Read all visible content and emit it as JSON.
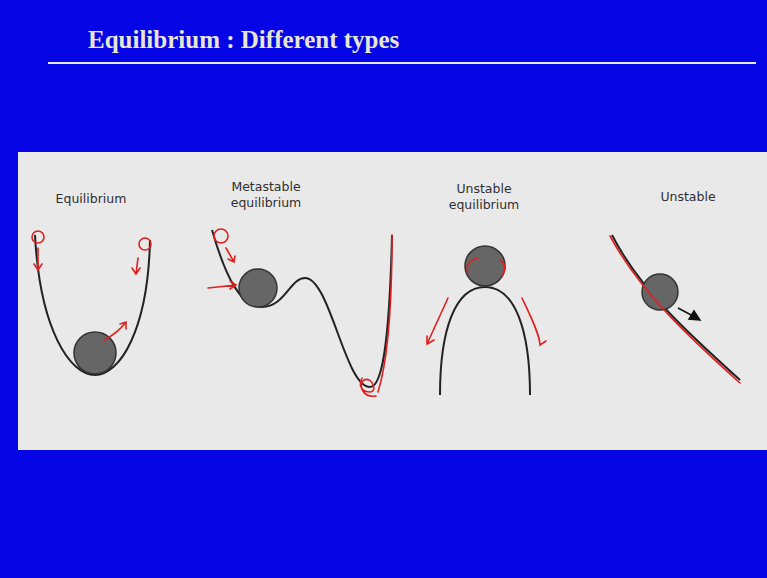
{
  "diagram": {
    "title": "Equilibrium : Different types",
    "labels": [
      "Equilibrium",
      "Metastable equilibrium",
      "Unstable equilibrium",
      "Unstable"
    ]
  }
}
